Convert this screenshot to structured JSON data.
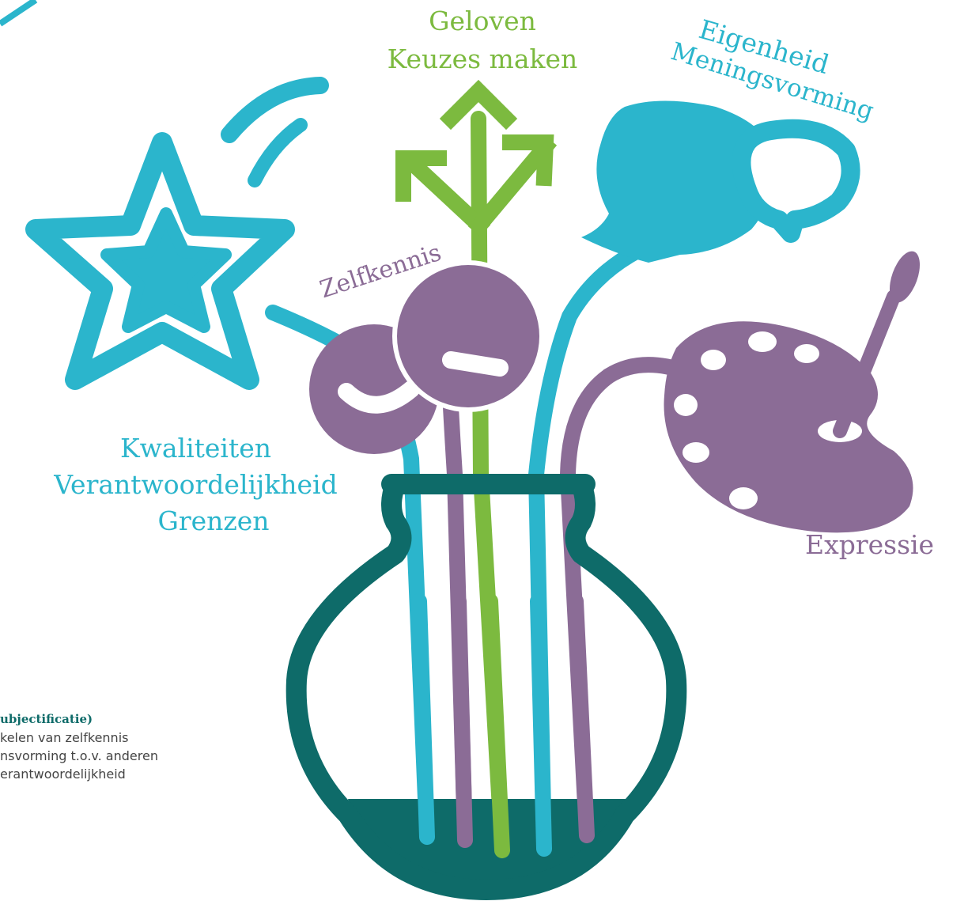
{
  "labels": {
    "geloven": "Geloven",
    "keuzes": "Keuzes maken",
    "eigenheid": "Eigenheid",
    "meningsvorming": "Meningsvorming",
    "zelfkennis": "Zelfkennis",
    "kwaliteiten": "Kwaliteiten",
    "verantwoordelijkheid": "Verantwoordelijkheid",
    "grenzen": "Grenzen",
    "expressie": "Expressie"
  },
  "side_text": {
    "title": "ubjectificatie)",
    "lines": [
      "kelen van zelfkennis",
      "nsvorming t.o.v. anderen",
      "erantwoordelijkheid"
    ]
  },
  "colors": {
    "teal": "#2bb5cc",
    "green": "#7cba3f",
    "purple": "#8b6c96",
    "vase": "#0e6b69"
  }
}
